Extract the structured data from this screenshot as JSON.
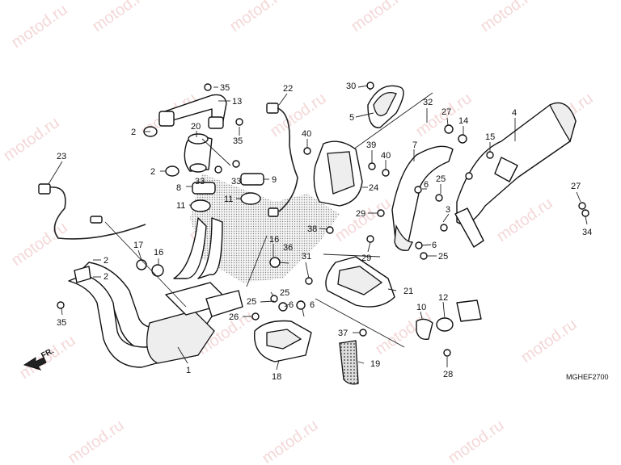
{
  "watermark": "motod.ru",
  "diagram_code": "MGHEF2700",
  "direction_label": "FR.",
  "callouts": [
    {
      "id": "c35a",
      "text": "35"
    },
    {
      "id": "c13",
      "text": "13"
    },
    {
      "id": "c2a",
      "text": "2"
    },
    {
      "id": "c20",
      "text": "20"
    },
    {
      "id": "c35b",
      "text": "35"
    },
    {
      "id": "c2b",
      "text": "2"
    },
    {
      "id": "c33a",
      "text": "33"
    },
    {
      "id": "c33b",
      "text": "33"
    },
    {
      "id": "c9",
      "text": "9"
    },
    {
      "id": "c8",
      "text": "8"
    },
    {
      "id": "c11a",
      "text": "11"
    },
    {
      "id": "c11b",
      "text": "11"
    },
    {
      "id": "c22",
      "text": "22"
    },
    {
      "id": "c23",
      "text": "23"
    },
    {
      "id": "c40a",
      "text": "40"
    },
    {
      "id": "c30",
      "text": "30"
    },
    {
      "id": "c5",
      "text": "5"
    },
    {
      "id": "c32",
      "text": "32"
    },
    {
      "id": "c27a",
      "text": "27"
    },
    {
      "id": "c14",
      "text": "14"
    },
    {
      "id": "c4",
      "text": "4"
    },
    {
      "id": "c15",
      "text": "15"
    },
    {
      "id": "c39",
      "text": "39"
    },
    {
      "id": "c40b",
      "text": "40"
    },
    {
      "id": "c7",
      "text": "7"
    },
    {
      "id": "c24",
      "text": "24"
    },
    {
      "id": "c25a",
      "text": "25"
    },
    {
      "id": "c6a",
      "text": "6"
    },
    {
      "id": "c27b",
      "text": "27"
    },
    {
      "id": "c29a",
      "text": "29"
    },
    {
      "id": "c3",
      "text": "3"
    },
    {
      "id": "c38",
      "text": "38"
    },
    {
      "id": "c6b",
      "text": "6"
    },
    {
      "id": "c25b",
      "text": "25"
    },
    {
      "id": "c34",
      "text": "34"
    },
    {
      "id": "c16a",
      "text": "16"
    },
    {
      "id": "c29b",
      "text": "29"
    },
    {
      "id": "c36",
      "text": "36"
    },
    {
      "id": "c31",
      "text": "31"
    },
    {
      "id": "c21",
      "text": "21"
    },
    {
      "id": "c17",
      "text": "17"
    },
    {
      "id": "c16b",
      "text": "16"
    },
    {
      "id": "c2c",
      "text": "2"
    },
    {
      "id": "c2d",
      "text": "2"
    },
    {
      "id": "c25c",
      "text": "25"
    },
    {
      "id": "c25d",
      "text": "25"
    },
    {
      "id": "c6c",
      "text": "6"
    },
    {
      "id": "c26",
      "text": "26"
    },
    {
      "id": "c35c",
      "text": "35"
    },
    {
      "id": "c6d",
      "text": "6"
    },
    {
      "id": "c10",
      "text": "10"
    },
    {
      "id": "c12",
      "text": "12"
    },
    {
      "id": "c37",
      "text": "37"
    },
    {
      "id": "c19",
      "text": "19"
    },
    {
      "id": "c1",
      "text": "1"
    },
    {
      "id": "c18",
      "text": "18"
    },
    {
      "id": "c28",
      "text": "28"
    }
  ]
}
